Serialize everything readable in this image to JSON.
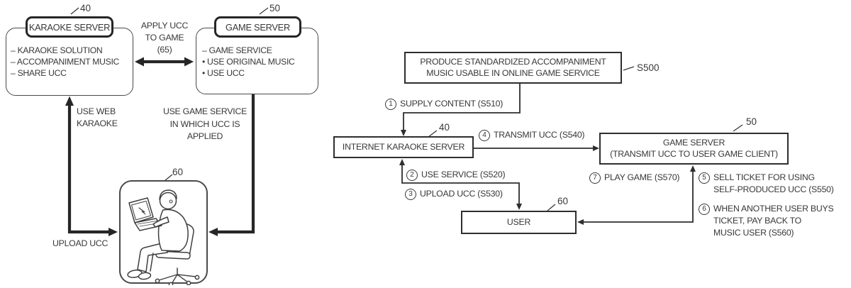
{
  "figure_left": {
    "karaoke_server": {
      "ref": "40",
      "title": "KARAOKE SERVER",
      "items": [
        "– KARAOKE SOLUTION",
        "– ACCOMPANIMENT MUSIC",
        "– SHARE UCC"
      ]
    },
    "game_server": {
      "ref": "50",
      "title": "GAME SERVER",
      "items": [
        "– GAME SERVICE",
        "• USE ORIGINAL MUSIC",
        "• USE UCC"
      ]
    },
    "user": {
      "ref": "60"
    },
    "labels": {
      "apply_ucc": {
        "line1": "APPLY UCC",
        "line2": "TO GAME",
        "line3": "(65)"
      },
      "use_web": {
        "line1": "USE WEB",
        "line2": "KARAOKE"
      },
      "use_game": {
        "line1": "USE GAME SERVICE",
        "line2": "IN WHICH UCC IS",
        "line3": "APPLIED"
      },
      "upload_ucc": "UPLOAD UCC"
    }
  },
  "figure_right": {
    "produce_box": {
      "ref": "S500",
      "line1": "PRODUCE STANDARDIZED ACCOMPANIMENT",
      "line2": "MUSIC USABLE IN ONLINE GAME SERVICE"
    },
    "karaoke_server": {
      "ref": "40",
      "title": "INTERNET KARAOKE SERVER"
    },
    "game_server": {
      "ref": "50",
      "line1": "GAME SERVER",
      "line2": "(TRANSMIT UCC TO USER GAME CLIENT)"
    },
    "user": {
      "ref": "60",
      "title": "USER"
    },
    "steps": {
      "s1": {
        "num": "1",
        "text": "SUPPLY CONTENT (S510)"
      },
      "s2": {
        "num": "2",
        "text": "USE SERVICE (S520)"
      },
      "s3": {
        "num": "3",
        "text": "UPLOAD UCC (S530)"
      },
      "s4": {
        "num": "4",
        "text": "TRANSMIT UCC (S540)"
      },
      "s5": {
        "num": "5",
        "line1": "SELL TICKET FOR USING",
        "line2": "SELF-PRODUCED UCC (S550)"
      },
      "s6": {
        "num": "6",
        "line1": "WHEN ANOTHER USER BUYS",
        "line2": "TICKET, PAY BACK TO",
        "line3": "MUSIC USER (S560)"
      },
      "s7": {
        "num": "7",
        "text": "PLAY GAME (S570)"
      }
    }
  },
  "colors": {
    "ink": "#2e2e2e",
    "background": "#ffffff"
  }
}
